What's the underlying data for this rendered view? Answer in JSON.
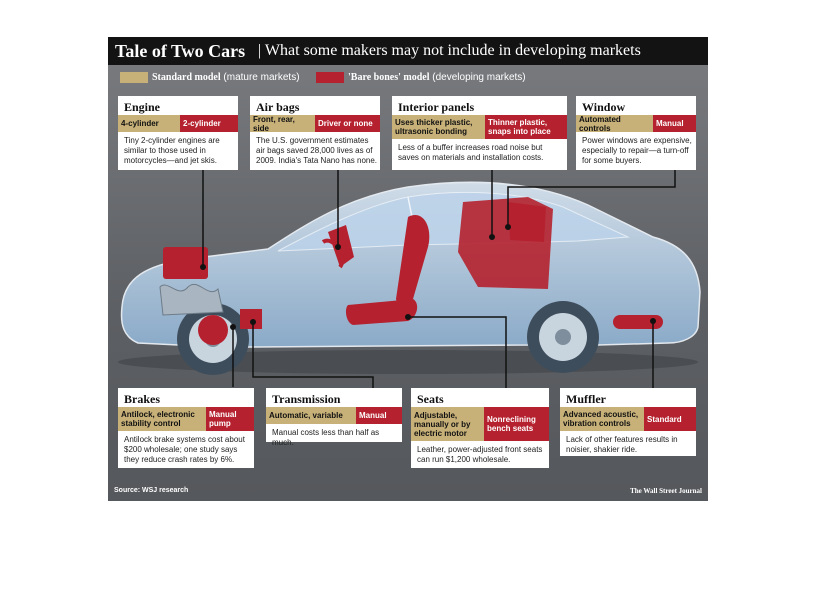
{
  "header": {
    "title": "Tale of Two Cars",
    "subtitle": "What some makers may not include in developing markets"
  },
  "legend": {
    "standard_bold": "Standard model",
    "standard_note": "(mature markets)",
    "bare_bold": "'Bare bones' model",
    "bare_note": "(developing markets)",
    "standard_color": "#c7b179",
    "bare_color": "#b5212e"
  },
  "features": {
    "engine": {
      "title": "Engine",
      "standard": "4-cylinder",
      "bare": "2-cylinder",
      "desc": "Tiny 2-cylinder engines are similar to those used in motorcycles—and jet skis."
    },
    "airbags": {
      "title": "Air bags",
      "standard": "Front, rear, side",
      "bare": "Driver or none",
      "desc": "The U.S. government estimates air bags saved 28,000 lives as of 2009. India's Tata Nano has none."
    },
    "interior": {
      "title": "Interior panels",
      "standard": "Uses thicker plastic, ultrasonic bonding",
      "bare": "Thinner plastic, snaps into place",
      "desc": "Less of a buffer increases road noise but saves on materials and installation costs."
    },
    "window": {
      "title": "Window",
      "standard": "Automated controls",
      "bare": "Manual",
      "desc": "Power windows are expensive, especially to repair—a turn-off for some buyers."
    },
    "brakes": {
      "title": "Brakes",
      "standard": "Antilock, electronic stability control",
      "bare": "Manual pump",
      "desc": "Antilock brake systems cost about $200 wholesale; one study says they reduce crash rates by 6%."
    },
    "transmission": {
      "title": "Transmission",
      "standard": "Automatic, variable",
      "bare": "Manual",
      "desc": "Manual costs less than half as much."
    },
    "seats": {
      "title": "Seats",
      "standard": "Adjustable, manually or by electric motor",
      "bare": "Nonreclining bench seats",
      "desc": "Leather, power-adjusted front seats can run $1,200 wholesale."
    },
    "muffler": {
      "title": "Muffler",
      "standard": "Advanced acoustic, vibration controls",
      "bare": "Standard",
      "desc": "Lack of other features results in noisier, shakier ride."
    }
  },
  "footer": {
    "source": "Source: WSJ research",
    "credit": "The Wall Street Journal"
  }
}
